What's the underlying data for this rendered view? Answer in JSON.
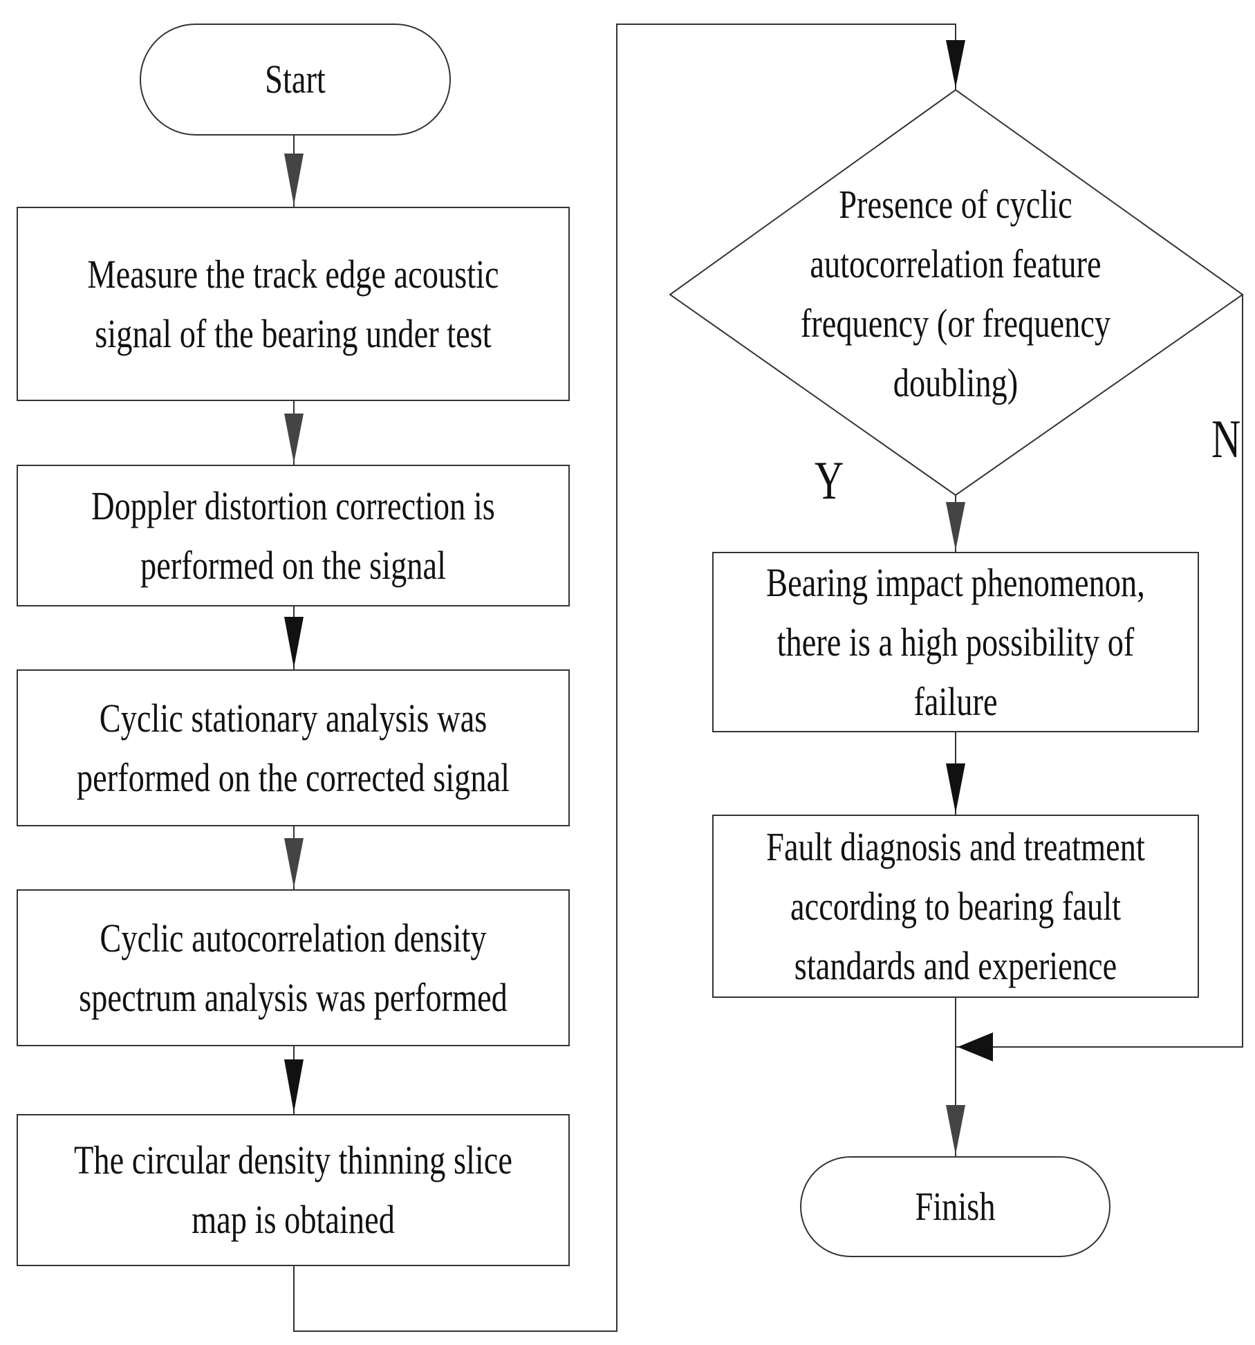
{
  "nodes": {
    "start": "Start",
    "measure": "Measure the track edge acoustic\nsignal of the bearing under test",
    "doppler": "Doppler distortion correction is\nperformed on the signal",
    "cyclic_stationary": "Cyclic stationary analysis was\nperformed on the corrected signal",
    "cyclic_autocorrelation": "Cyclic autocorrelation density\nspectrum analysis was performed",
    "slice_map": "The circular density thinning slice\nmap is obtained",
    "decision": "Presence of cyclic\nautocorrelation feature\nfrequency (or frequency\ndoubling)",
    "bearing_impact": "Bearing impact phenomenon,\nthere is a high possibility of\nfailure",
    "fault_diagnosis": "Fault diagnosis and treatment\naccording to bearing fault\nstandards and experience",
    "finish": "Finish"
  },
  "branches": {
    "yes": "Y",
    "no": "N"
  }
}
